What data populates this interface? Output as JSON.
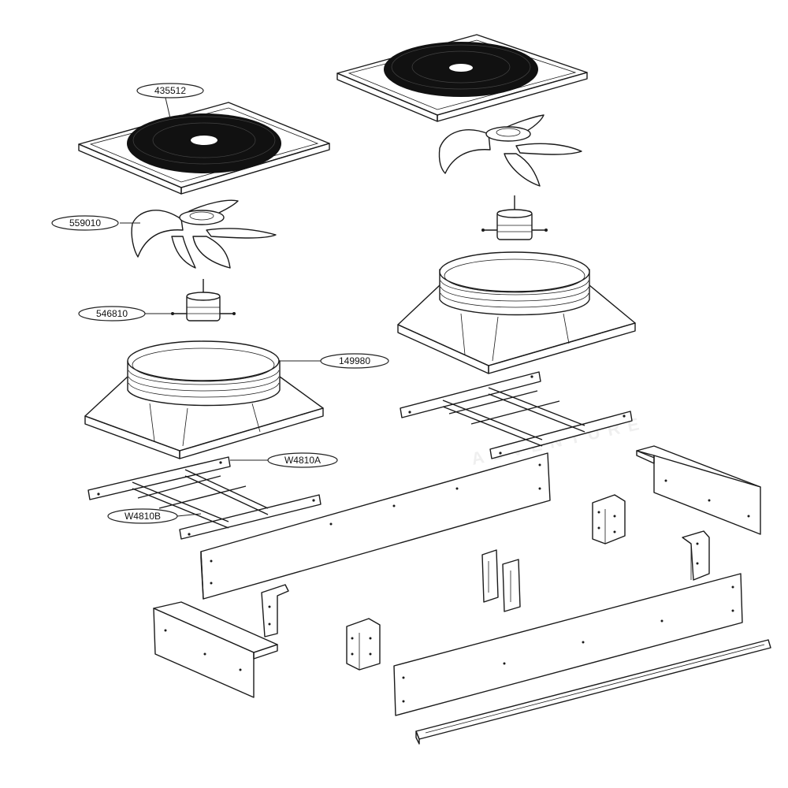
{
  "callouts": {
    "fan_guard": "435512",
    "fan_blade": "559010",
    "fan_motor": "546810",
    "fan_shroud": "149980",
    "bracket_a": "W4810A",
    "bracket_b": "W4810B"
  },
  "watermark": "ADVENTURE"
}
